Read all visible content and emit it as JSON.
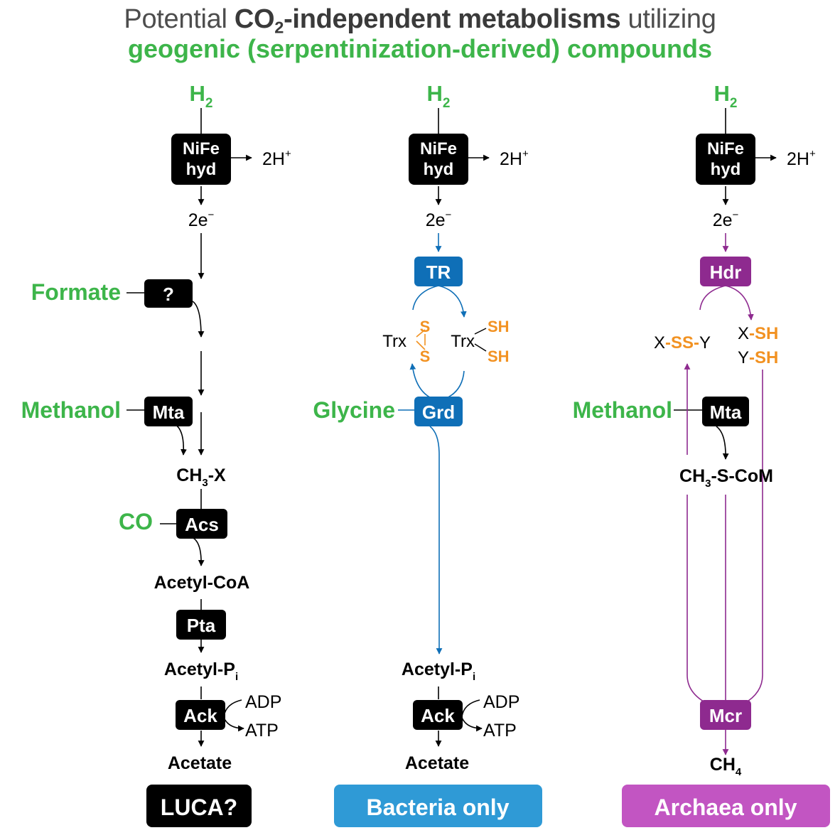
{
  "title": {
    "line1_prefix": "Potential",
    "line1_bold_main": "CO",
    "line1_bold_sub": "2",
    "line1_bold_rest": "-independent metabolisms",
    "line1_suffix": "utilizing",
    "line2": "geogenic (serpentinization-derived) compounds"
  },
  "colors": {
    "green": "#3db54a",
    "blue": "#0f6fb7",
    "purple": "#8e2a8f",
    "orange": "#f29222",
    "black": "#000000",
    "bacteria_badge": "#2f9ad6",
    "archaea_badge": "#c255c2"
  },
  "columns": {
    "luca": {
      "h2": "H",
      "h2_sub": "2",
      "hyd_line1": "NiFe",
      "hyd_line2": "hyd",
      "protons": "2H",
      "protons_sup": "+",
      "electrons": "2e",
      "electrons_sup": "−",
      "formate": "Formate",
      "unknown": "?",
      "methanol": "Methanol",
      "mta": "Mta",
      "ch3x_main": "CH",
      "ch3x_sub": "3",
      "ch3x_rest": "-X",
      "co": "CO",
      "acs": "Acs",
      "acetyl_coa": "Acetyl-CoA",
      "pta": "Pta",
      "acetyl_p": "Acetyl-P",
      "acetyl_p_sub": "i",
      "ack": "Ack",
      "adp": "ADP",
      "atp": "ATP",
      "acetate": "Acetate",
      "badge": "LUCA?"
    },
    "bacteria": {
      "h2": "H",
      "h2_sub": "2",
      "hyd_line1": "NiFe",
      "hyd_line2": "hyd",
      "protons": "2H",
      "protons_sup": "+",
      "electrons": "2e",
      "electrons_sup": "−",
      "tr": "TR",
      "trx_ox": "Trx",
      "s_top": "S",
      "s_bot": "S",
      "trx_red": "Trx",
      "sh_top": "SH",
      "sh_bot": "SH",
      "glycine": "Glycine",
      "grd": "Grd",
      "acetyl_p": "Acetyl-P",
      "acetyl_p_sub": "i",
      "ack": "Ack",
      "adp": "ADP",
      "atp": "ATP",
      "acetate": "Acetate",
      "badge": "Bacteria only"
    },
    "archaea": {
      "h2": "H",
      "h2_sub": "2",
      "hyd_line1": "NiFe",
      "hyd_line2": "hyd",
      "protons": "2H",
      "protons_sup": "+",
      "electrons": "2e",
      "electrons_sup": "−",
      "hdr": "Hdr",
      "xssy_x": "X",
      "xssy_ss": "-SS-",
      "xssy_y": "Y",
      "xsh_x": "X",
      "xsh_sh": "-SH",
      "ysh_y": "Y",
      "ysh_sh": "-SH",
      "methanol": "Methanol",
      "mta": "Mta",
      "ch3scom_main": "CH",
      "ch3scom_sub": "3",
      "ch3scom_rest": "-S-CoM",
      "mcr": "Mcr",
      "ch4_main": "CH",
      "ch4_sub": "4",
      "badge": "Archaea only"
    }
  }
}
